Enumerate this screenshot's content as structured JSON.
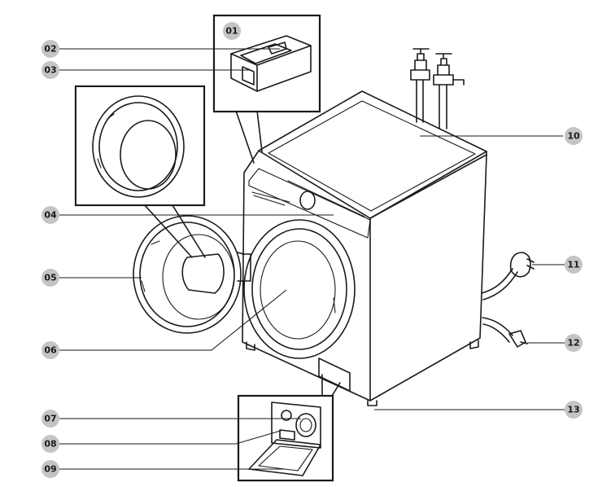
{
  "callouts": [
    {
      "id": "01",
      "label": "01"
    },
    {
      "id": "02",
      "label": "02"
    },
    {
      "id": "03",
      "label": "03"
    },
    {
      "id": "04",
      "label": "04"
    },
    {
      "id": "05",
      "label": "05"
    },
    {
      "id": "06",
      "label": "06"
    },
    {
      "id": "07",
      "label": "07"
    },
    {
      "id": "08",
      "label": "08"
    },
    {
      "id": "09",
      "label": "09"
    },
    {
      "id": "10",
      "label": "10"
    },
    {
      "id": "11",
      "label": "11"
    },
    {
      "id": "12",
      "label": "12"
    },
    {
      "id": "13",
      "label": "13"
    }
  ],
  "colors": {
    "badge": "#c4c4c4",
    "line": "#1a1a1a",
    "background": "#ffffff"
  }
}
